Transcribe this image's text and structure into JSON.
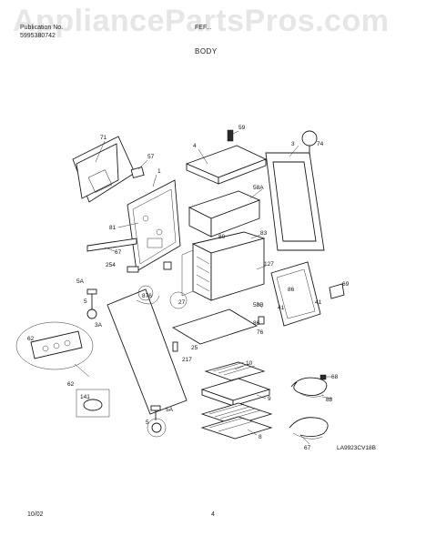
{
  "header": {
    "watermark": "AppliancePartsPros.com",
    "publication_label": "Publication No.",
    "publication_number": "5995380742",
    "model_number": "FEF...",
    "section_title": "BODY"
  },
  "diagram": {
    "part_callouts": [
      {
        "id": "p71",
        "label": "71"
      },
      {
        "id": "p57",
        "label": "57"
      },
      {
        "id": "p1",
        "label": "1"
      },
      {
        "id": "p81",
        "label": "81"
      },
      {
        "id": "p67",
        "label": "67"
      },
      {
        "id": "p254",
        "label": "254"
      },
      {
        "id": "p5a_top",
        "label": "5A"
      },
      {
        "id": "p5_top",
        "label": "5"
      },
      {
        "id": "p59",
        "label": "59"
      },
      {
        "id": "p4",
        "label": "4"
      },
      {
        "id": "p58a",
        "label": "58A"
      },
      {
        "id": "p80",
        "label": "80"
      },
      {
        "id": "p83",
        "label": "83"
      },
      {
        "id": "p3",
        "label": "3"
      },
      {
        "id": "p74",
        "label": "74"
      },
      {
        "id": "p127",
        "label": "127"
      },
      {
        "id": "p58b",
        "label": "58B"
      },
      {
        "id": "p86",
        "label": "86"
      },
      {
        "id": "p41a",
        "label": "41"
      },
      {
        "id": "p41b",
        "label": "41"
      },
      {
        "id": "p69",
        "label": "69"
      },
      {
        "id": "p76",
        "label": "76"
      },
      {
        "id": "p86b",
        "label": "86"
      },
      {
        "id": "p876",
        "label": "876"
      },
      {
        "id": "p27",
        "label": "27"
      },
      {
        "id": "p3a",
        "label": "3A"
      },
      {
        "id": "p62a",
        "label": "62"
      },
      {
        "id": "p62b",
        "label": "62"
      },
      {
        "id": "p25",
        "label": "25"
      },
      {
        "id": "p217",
        "label": "217"
      },
      {
        "id": "p141",
        "label": "141"
      },
      {
        "id": "p5a_bot",
        "label": "5A"
      },
      {
        "id": "p5_bot",
        "label": "5"
      },
      {
        "id": "p10",
        "label": "10"
      },
      {
        "id": "p9",
        "label": "9"
      },
      {
        "id": "p8",
        "label": "8"
      },
      {
        "id": "p68",
        "label": "68"
      },
      {
        "id": "p88",
        "label": "88"
      },
      {
        "id": "p67b",
        "label": "67"
      }
    ],
    "drawing_code": "LA9923CV18B"
  },
  "footer": {
    "date": "10/02",
    "page_number": "4"
  }
}
